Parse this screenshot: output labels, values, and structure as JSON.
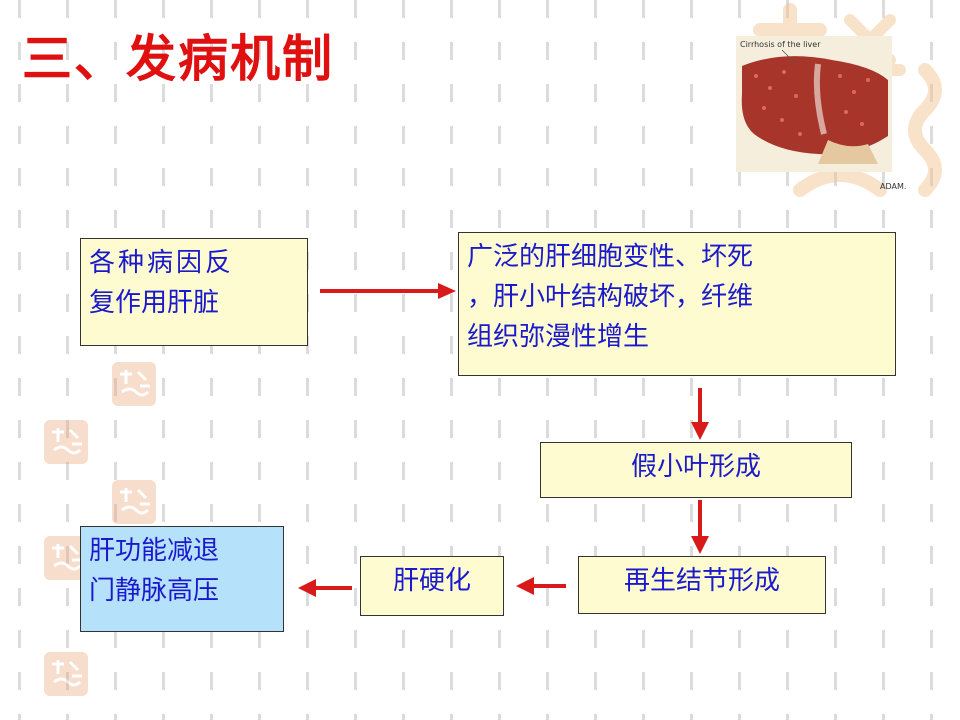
{
  "title": "三、发病机制",
  "figure": {
    "label": "Cirrhosis of the liver",
    "credit": "ADAM."
  },
  "flow": {
    "cause": "各种病因反复作用肝脏",
    "cause_lines": [
      "各种病因反",
      "复作用肝脏"
    ],
    "damage_lines": [
      "广泛的肝细胞变性、坏死",
      "，肝小叶结构破坏，纤维",
      "组织弥漫性增生"
    ],
    "pseudolobule": "假小叶形成",
    "regen_nodule": "再生结节形成",
    "cirrhosis": "肝硬化",
    "outcome_lines": [
      "肝功能减退",
      "门静脉高压"
    ]
  },
  "colors": {
    "title": "#e01010",
    "arrow": "#d81a1a",
    "box_text": "#1a1acc",
    "box_yellow": "#fdfbcf",
    "box_blue": "#b5e1fb"
  }
}
